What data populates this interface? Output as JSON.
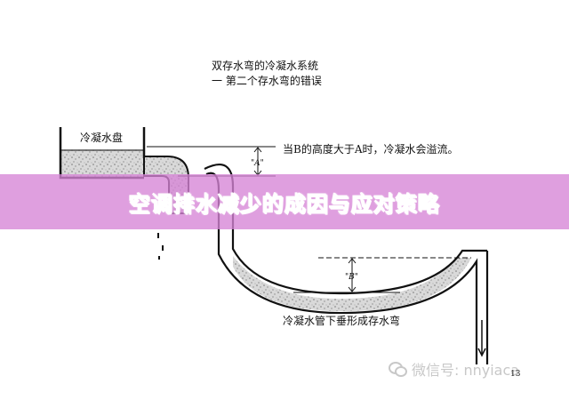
{
  "diagram": {
    "title_line1": "双存水弯的冷凝水系统",
    "title_line2": "一 第二个存水弯的错误",
    "pan_label": "冷凝水盘",
    "note_overflow": "当B的高度大于A时，冷凝水会溢流。",
    "marker_a": "\"A\"",
    "marker_b": "\"B\"",
    "trap_caption": "冷凝水管下垂形成存水弯",
    "page_number": "13"
  },
  "banner": {
    "title": "空调排水减少的成因与应对策略"
  },
  "watermark": {
    "text": "微信号: nnyiaca",
    "icon": "wechat-icon"
  }
}
